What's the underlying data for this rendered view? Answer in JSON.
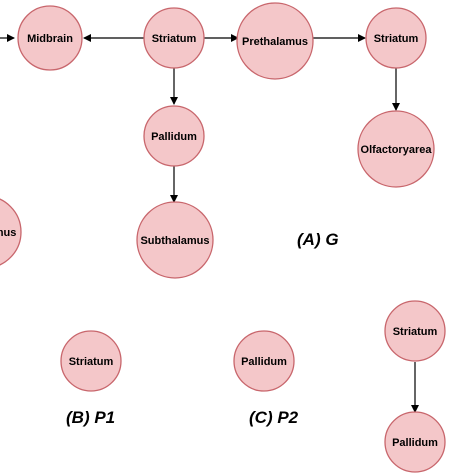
{
  "nodes": [
    {
      "id": "midbrain",
      "label": "Midbrain"
    },
    {
      "id": "striatum-g",
      "label": "Striatum"
    },
    {
      "id": "prethalamus",
      "label": "Prethalamus"
    },
    {
      "id": "striatum-g2",
      "label": "Striatum"
    },
    {
      "id": "pallidum-g",
      "label": "Pallidum"
    },
    {
      "id": "olfactoryarea",
      "label": "Olfactoryarea"
    },
    {
      "id": "subthalamus",
      "label": "Subthalamus"
    },
    {
      "id": "partial-left",
      "label": "mus"
    },
    {
      "id": "striatum-p1",
      "label": "Striatum"
    },
    {
      "id": "pallidum-p2",
      "label": "Pallidum"
    },
    {
      "id": "striatum-p3",
      "label": "Striatum"
    },
    {
      "id": "pallidum-p3",
      "label": "Pallidum"
    }
  ],
  "edges": [
    {
      "from": "striatum-g",
      "to": "midbrain"
    },
    {
      "from": "prethalamus",
      "to": "striatum-g2"
    },
    {
      "from": "striatum-g",
      "to": "pallidum-g"
    },
    {
      "from": "pallidum-g",
      "to": "subthalamus"
    },
    {
      "from": "striatum-g2",
      "to": "olfactoryarea"
    },
    {
      "from": "striatum-p3",
      "to": "pallidum-p3"
    }
  ],
  "captions": {
    "a": "(A) G",
    "b": "(B) P1",
    "c": "(C) P2"
  },
  "colors": {
    "node_fill": "#f4c7c9",
    "node_stroke": "#c8666c",
    "edge": "#000000"
  }
}
